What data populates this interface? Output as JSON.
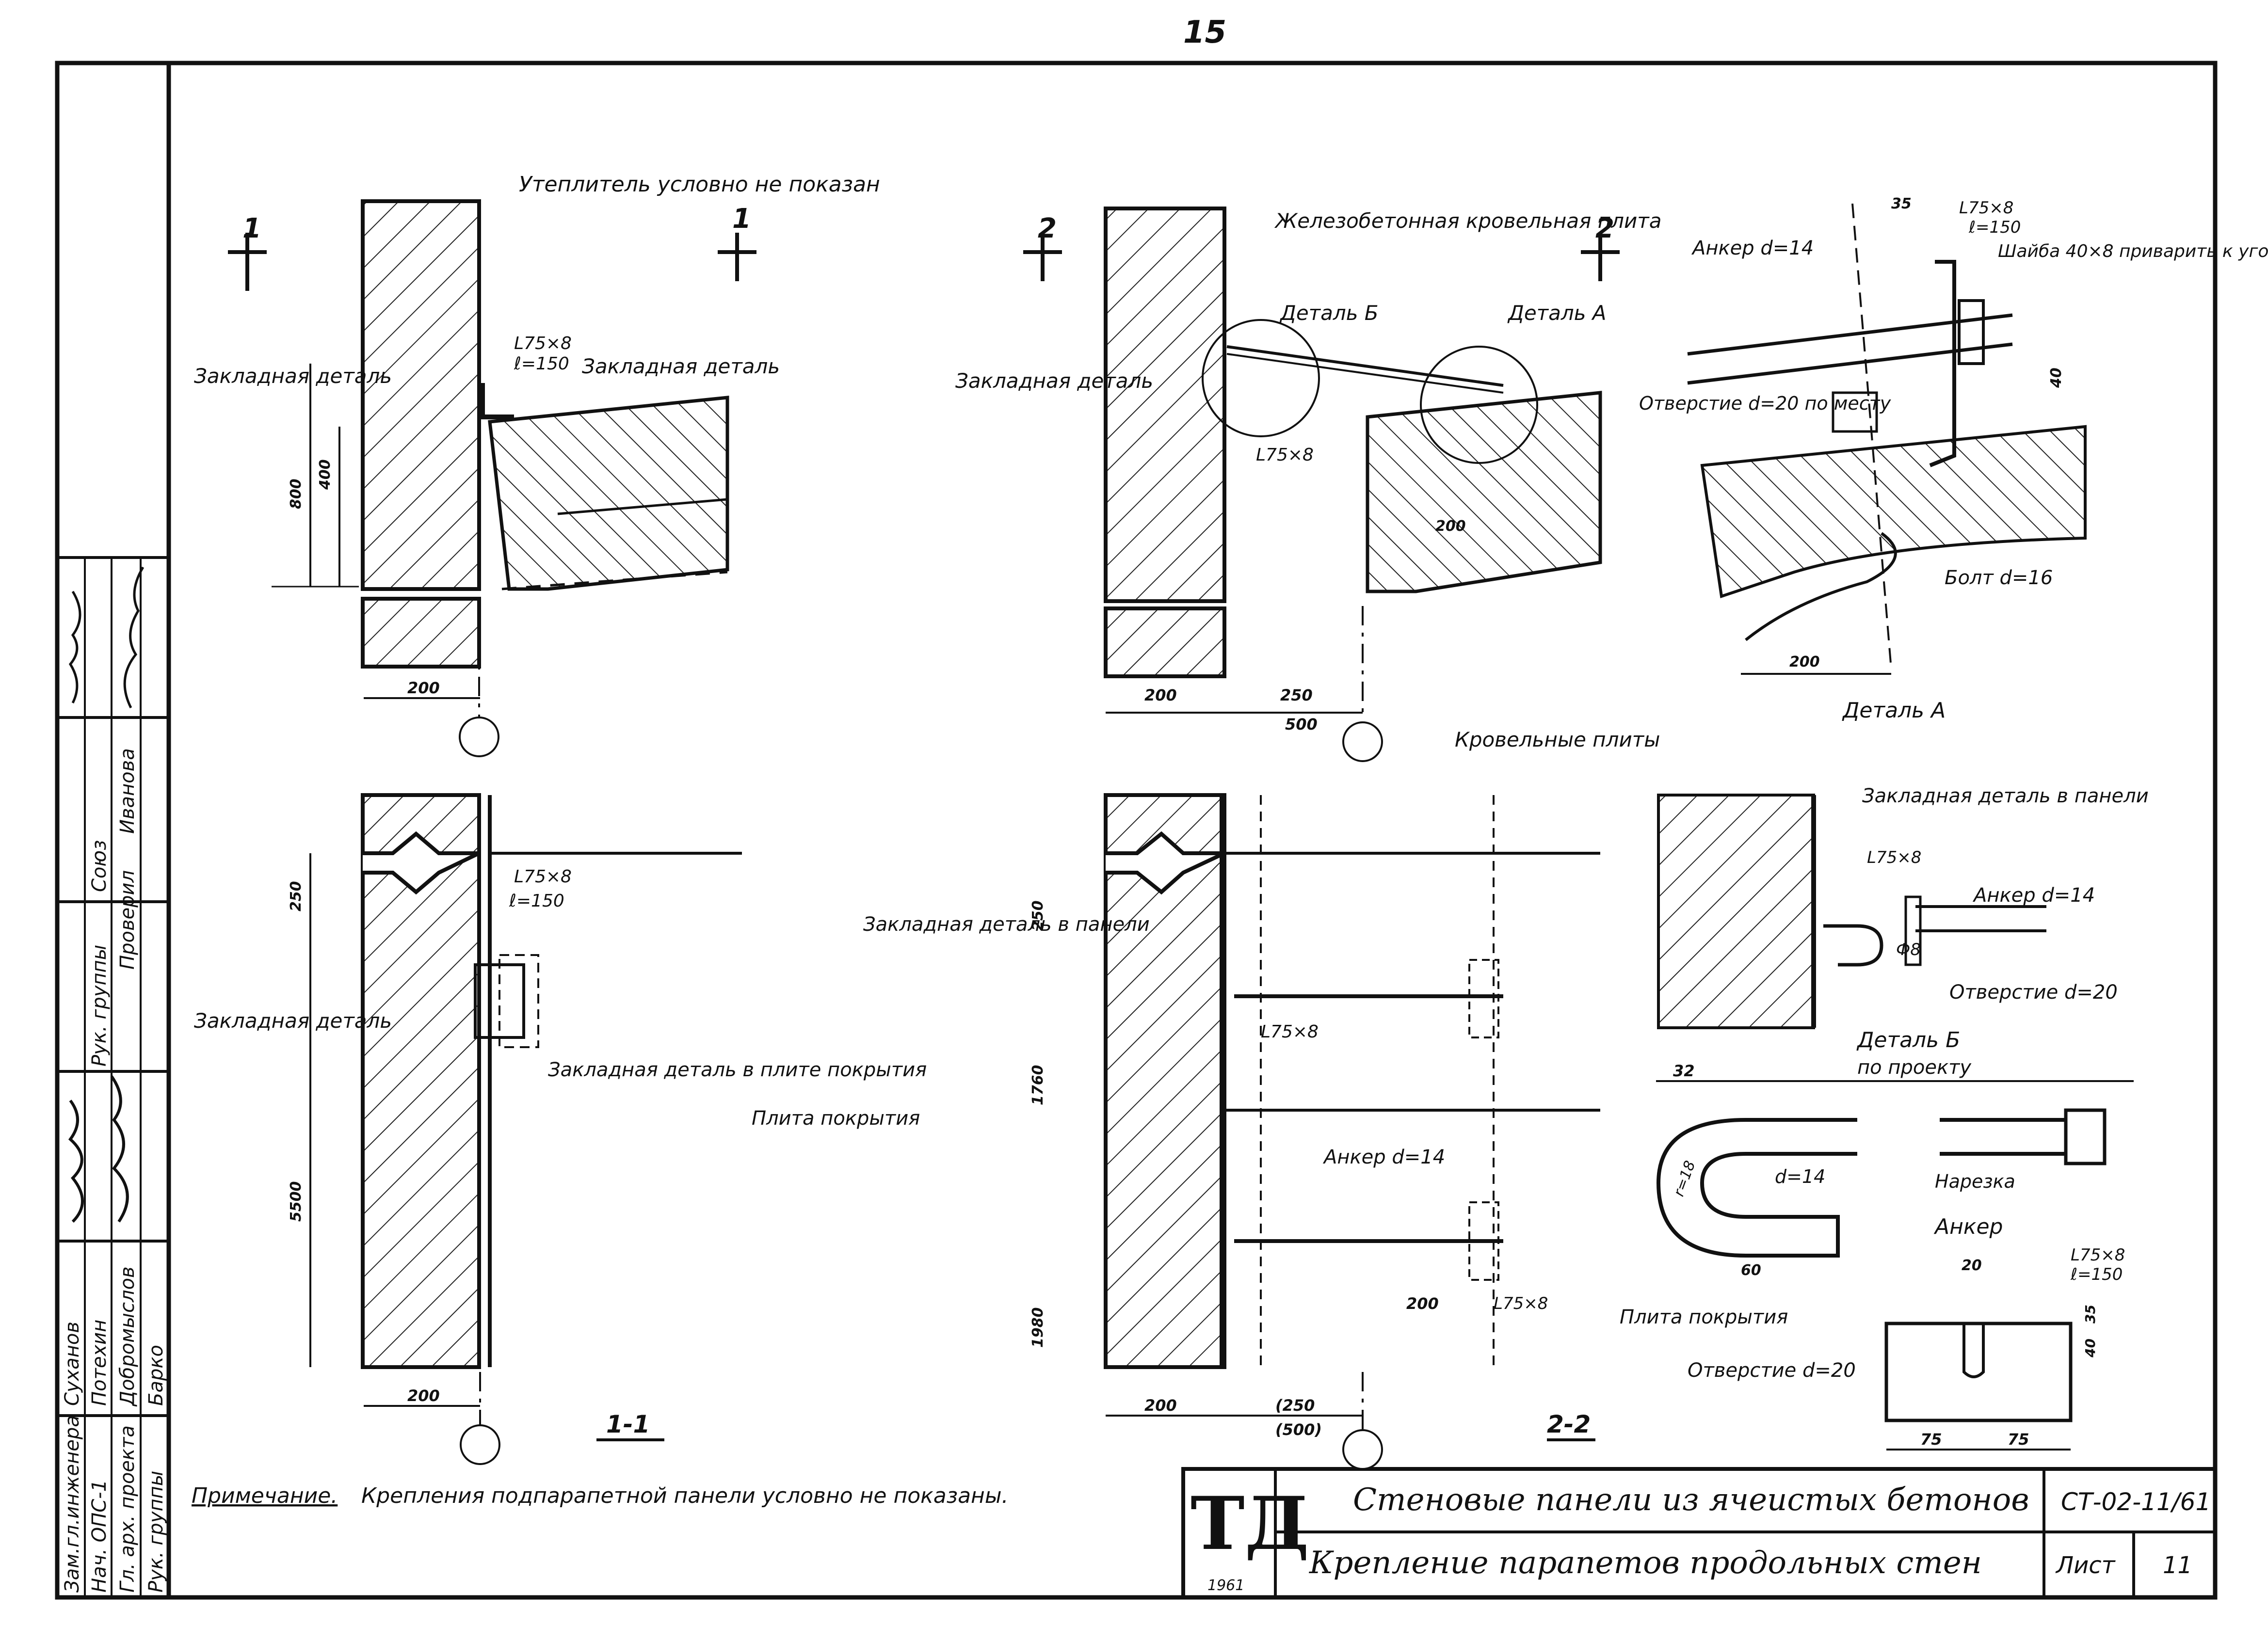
{
  "page_number": "15",
  "notes": {
    "insulation": "Утеплитель условно не показан",
    "note_label": "Примечание.",
    "note_text": "Крепления подпарапетной панели условно не показаны."
  },
  "section_marks": {
    "s1": "1",
    "s2": "2",
    "s1_title": "1-1",
    "s2_title": "2-2"
  },
  "labels": {
    "embedded_detail": "Закладная деталь",
    "embedded_detail_panel": "Закладная деталь в панели",
    "embedded_detail_slab": "Закладная деталь в плите покрытия",
    "rc_slab": "Железобетонная кровельная плита",
    "detail_b": "Деталь Б",
    "detail_a": "Деталь А",
    "roof_slabs": "Кровельные плиты",
    "cover_slab": "Плита покрытия",
    "anchor_d14": "Анкер d=14",
    "angle": "L75×8",
    "angle_l150": "ℓ=150",
    "washer": "Шайба 40×8 приварить к уголку",
    "hole_d20_site": "Отверстие d=20 по месту",
    "bolt_d16": "Болт d=16",
    "hole_d20": "Отверстие d=20",
    "phi8": "Ф8",
    "by_project": "по проекту",
    "thread": "Нарезка",
    "anchor_title": "Анкер",
    "r18": "r=18",
    "d14": "d=14",
    "hole_d20b": "Отверстие d=20"
  },
  "dimensions": {
    "d800": "800",
    "d400": "400",
    "d200": "200",
    "d250": "250",
    "d500": "500",
    "d5500": "5500",
    "d1760": "1760",
    "d1980": "1980",
    "d35": "35",
    "d40": "40",
    "d32": "32",
    "d60": "60",
    "d20": "20",
    "d75": "75",
    "d250p": "(250",
    "d500p": "(500)"
  },
  "stamp": {
    "rows": [
      {
        "role": "Зам.гл.инженера",
        "name": "Суханов"
      },
      {
        "role": "Нач. ОПС-1",
        "name": "Потехин"
      },
      {
        "role": "Гл. арх. проекта",
        "name": "Добромыслов"
      },
      {
        "role": "Рук. группы",
        "name": "Барко"
      }
    ],
    "right_roles": [
      "Рук. группы",
      "Проверил"
    ],
    "right_names": [
      "Союз",
      "Иванова"
    ]
  },
  "title_block": {
    "logo": "ТД",
    "year": "1961",
    "title1": "Стеновые панели из ячеистых бетонов",
    "title2": "Крепление парапетов продольных стен",
    "code": "СТ-02-11/61",
    "sheet_label": "Лист",
    "sheet_number": "11"
  }
}
